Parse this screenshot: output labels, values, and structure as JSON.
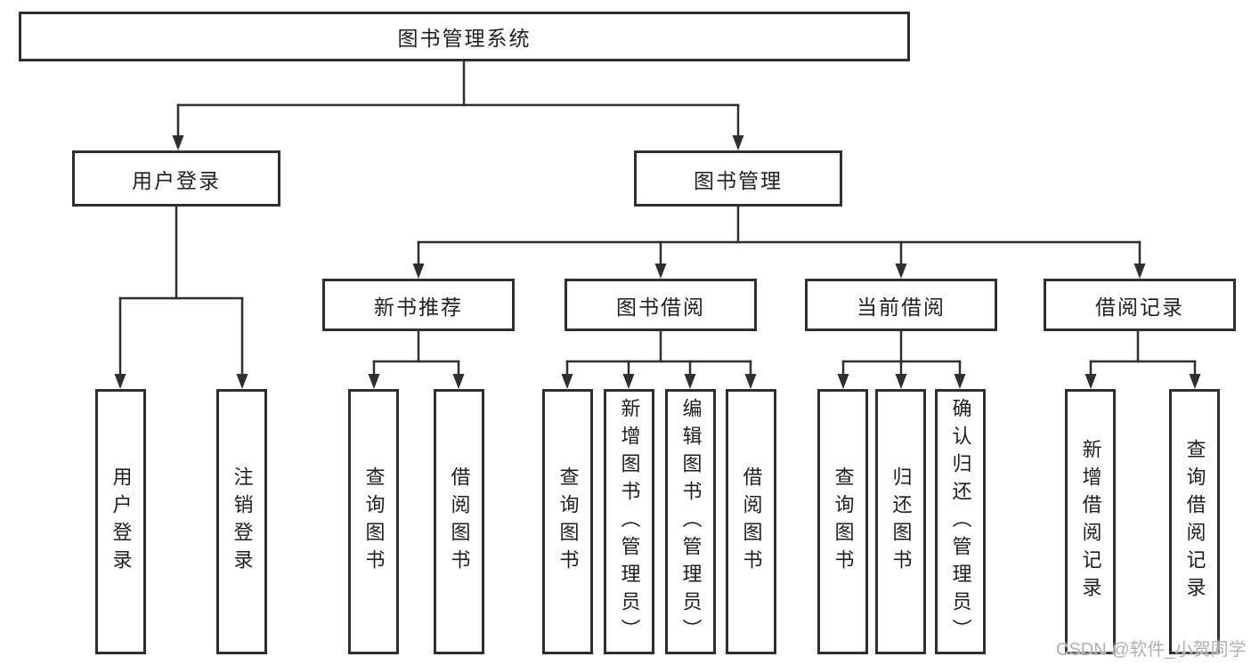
{
  "diagram": {
    "root": {
      "label": "图书管理系统"
    },
    "branches": [
      {
        "label": "用户登录",
        "children": [
          {
            "label": "用户登录"
          },
          {
            "label": "注销登录"
          }
        ]
      },
      {
        "label": "图书管理",
        "groups": [
          {
            "label": "新书推荐",
            "children": [
              {
                "label": "查询图书"
              },
              {
                "label": "借阅图书"
              }
            ]
          },
          {
            "label": "图书借阅",
            "children": [
              {
                "label": "查询图书"
              },
              {
                "label": "新增图书（管理员）"
              },
              {
                "label": "编辑图书（管理员）"
              },
              {
                "label": "借阅图书"
              }
            ]
          },
          {
            "label": "当前借阅",
            "children": [
              {
                "label": "查询图书"
              },
              {
                "label": "归还图书"
              },
              {
                "label": "确认归还（管理员）"
              }
            ]
          },
          {
            "label": "借阅记录",
            "children": [
              {
                "label": "新增借阅记录"
              },
              {
                "label": "查询借阅记录"
              }
            ]
          }
        ]
      }
    ]
  },
  "watermark": {
    "text": "CSDN @软件_小贺同学"
  },
  "colors": {
    "line": "#2f2f2f",
    "box_border": "#2f2f2f",
    "text": "#1f1f1f",
    "watermark_text": "#b0b0b0",
    "background": "#ffffff"
  }
}
